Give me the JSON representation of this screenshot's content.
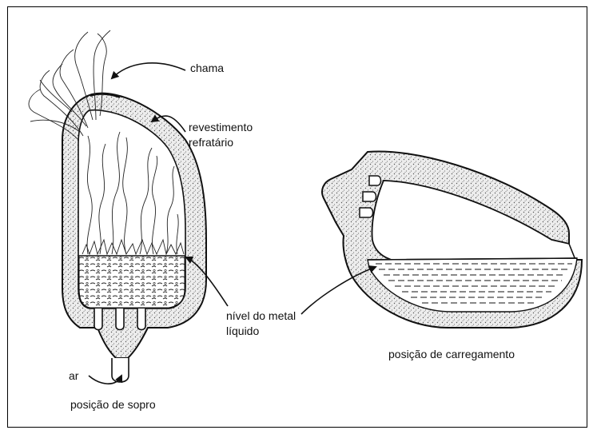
{
  "labels": {
    "flame": "chama",
    "lining": "revestimento\nrefratário",
    "liquid_level": "nível do metal\nlíquido",
    "air": "ar",
    "blowing_position": "posição de sopro",
    "charging_position": "posição de carregamento"
  },
  "colors": {
    "ink": "#111111",
    "refractory": "#e6e6e6",
    "background": "#ffffff"
  }
}
